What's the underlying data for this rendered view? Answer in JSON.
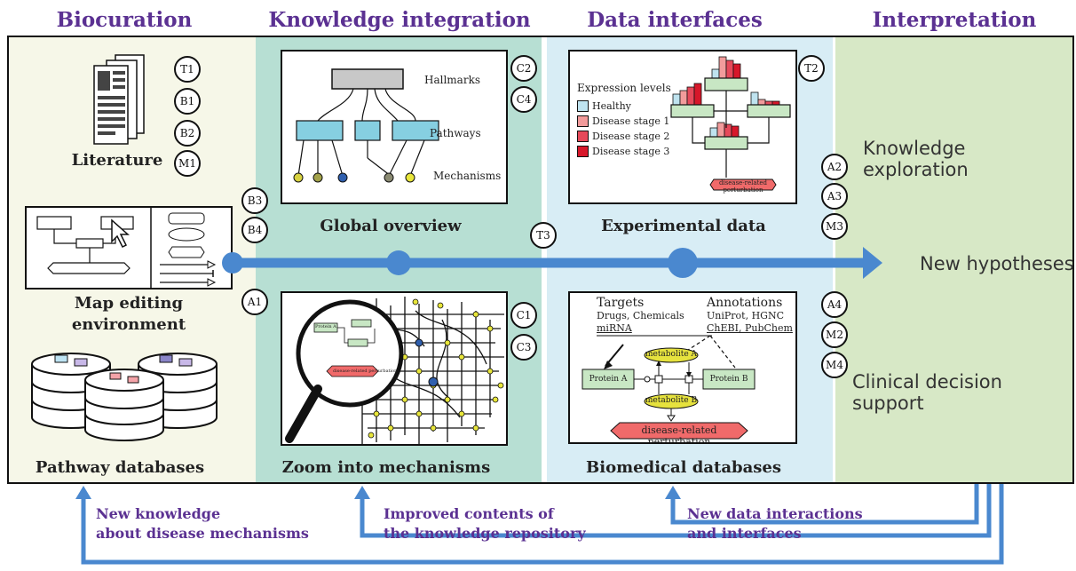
{
  "headers": {
    "biocuration": "Biocuration",
    "knowledge_integration": "Knowledge integration",
    "data_interfaces": "Data interfaces",
    "interpretation": "Interpretation"
  },
  "biocuration": {
    "literature": "Literature",
    "map_editing_line1": "Map editing",
    "map_editing_line2": "environment",
    "pathway_databases": "Pathway databases"
  },
  "knowledge": {
    "global_overview": "Global overview",
    "zoom": "Zoom into mechanisms",
    "hallmarks": "Hallmarks",
    "pathways": "Pathways",
    "mechanisms": "Mechanisms",
    "protein_a": "Protein A",
    "perturbation": "disease-related perturbation"
  },
  "data": {
    "experimental": "Experimental data",
    "biomedical": "Biomedical databases",
    "expression_title": "Expression levels",
    "legend": [
      {
        "label": "Healthy",
        "color": "#bfe3ef"
      },
      {
        "label": "Disease stage 1",
        "color": "#f29b9b"
      },
      {
        "label": "Disease stage 2",
        "color": "#e6495a"
      },
      {
        "label": "Disease stage 3",
        "color": "#d7172a"
      }
    ],
    "perturbation": "disease-related perturbation",
    "targets_title": "Targets",
    "targets_line1": "Drugs, Chemicals",
    "targets_line2": "miRNA",
    "annotations_title": "Annotations",
    "annotations_line1": "UniProt, HGNC",
    "annotations_line2": "ChEBI, PubChem",
    "protein_a": "Protein A",
    "protein_b": "Protein B",
    "metabolite_a": "metabolite A",
    "metabolite_b": "metabolite B",
    "perturbation2": "disease-related perturbation"
  },
  "interpretation": {
    "knowledge_exploration": "Knowledge exploration",
    "new_hypotheses": "New hypotheses",
    "clinical": "Clinical decision support"
  },
  "badges": {
    "t1": "T1",
    "b1": "B1",
    "b2": "B2",
    "m1": "M1",
    "b3": "B3",
    "b4": "B4",
    "a1": "A1",
    "c2": "C2",
    "c4": "C4",
    "c1": "C1",
    "c3": "C3",
    "t2": "T2",
    "t3": "T3",
    "a2": "A2",
    "a3": "A3",
    "m3": "M3",
    "a4": "A4",
    "m2": "M2",
    "m4": "M4"
  },
  "feedback": {
    "f1_line1": "New knowledge",
    "f1_line2": "about disease mechanisms",
    "f2_line1": "Improved contents of",
    "f2_line2": "the knowledge repository",
    "f3_line1": "New data interactions",
    "f3_line2": "and interfaces"
  },
  "colors": {
    "header": "#5b3192",
    "biocuration_bg": "#f6f7e8",
    "knowledge_bg": "#b7dfd3",
    "data_bg": "#d8edf5",
    "interpretation_bg": "#d7e8c6",
    "arrow": "#4a88cf"
  }
}
